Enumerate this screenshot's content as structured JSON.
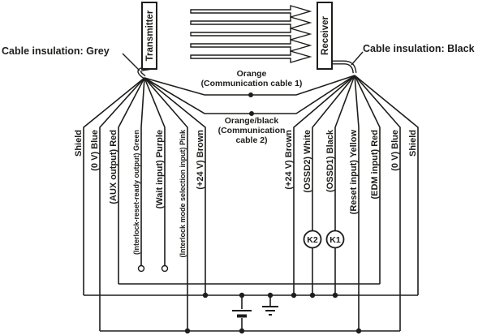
{
  "title_labels": {
    "transmitter": "Transmitter",
    "receiver": "Receiver",
    "left_cable": "Cable insulation: Grey",
    "right_cable": "Cable insulation: Black"
  },
  "comm_cables": {
    "cable1": {
      "line1": "Orange",
      "line2": "(Communication cable 1)"
    },
    "cable2": {
      "line1": "Orange/black",
      "line2": "(Communication",
      "line3": "cable 2)"
    }
  },
  "left_wires": [
    {
      "label": "Shield"
    },
    {
      "label": "(0 V) Blue"
    },
    {
      "label": "(AUX output) Red"
    },
    {
      "label": "(Interlock-reset-ready output) Green"
    },
    {
      "label": "(Wait input) Purple"
    },
    {
      "label": "(Interlock mode selection input) Pink"
    },
    {
      "label": "(+24 V) Brown"
    }
  ],
  "right_wires": [
    {
      "label": "(+24 V) Brown"
    },
    {
      "label": "(OSSD2) White"
    },
    {
      "label": "(OSSD1) Black"
    },
    {
      "label": "(Reset input) Yellow"
    },
    {
      "label": "(EDM input) Red"
    },
    {
      "label": "(0 V) Blue"
    },
    {
      "label": "Shield"
    }
  ],
  "relays": {
    "k2": "K2",
    "k1": "K1"
  },
  "colors": {
    "line": "#1d1d1b",
    "background": "#ffffff"
  }
}
